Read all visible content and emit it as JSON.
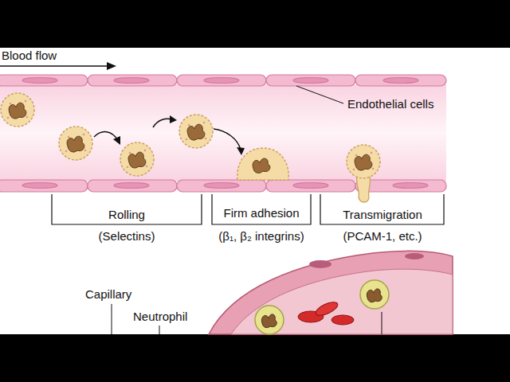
{
  "diagram": {
    "labels": [
      "Blood flow",
      "Endothelial cells",
      "Rolling",
      "(Selectins)",
      "Firm adhesion",
      "(β₁, β₂ integrins)",
      "Transmigration",
      "(PCAM-1, etc.)",
      "Capillary",
      "Neutrophil"
    ]
  }
}
